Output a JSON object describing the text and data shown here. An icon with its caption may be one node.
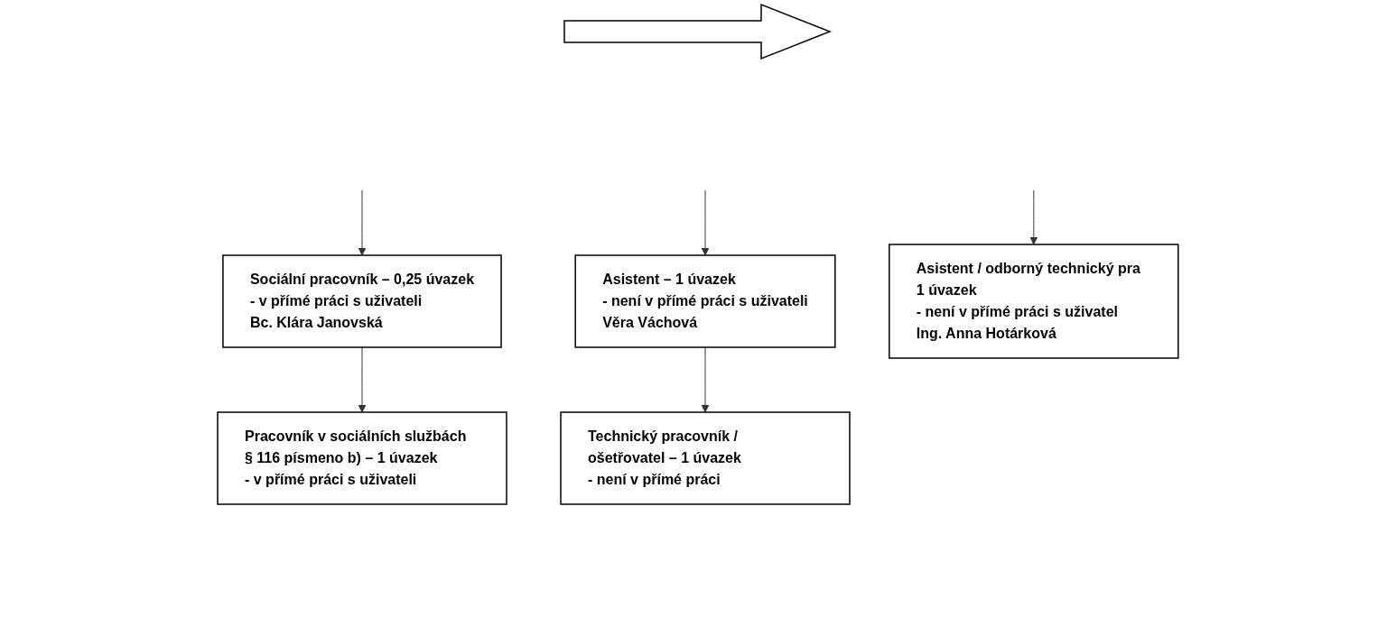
{
  "diagram": {
    "nodes": [
      {
        "text": [
          "Sociální pracovník – 0,25 úvazek",
          "- v přímé práci s uživateli",
          "Bc. Klára Janovská"
        ]
      },
      {
        "text": [
          "Asistent – 1 úvazek",
          "- není v přímé práci s uživateli",
          "Věra Váchová"
        ]
      },
      {
        "text": [
          "Asistent / odborný technický pra 1 úvazek",
          "- není v přímé práci s uživatel",
          "Ing. Anna Hotárková"
        ]
      },
      {
        "text": [
          "Technický pracovník / ošetřovatel – 1 úvazek",
          "- není v přímé práci"
        ]
      },
      {
        "text": [
          "Pracovník v sociálních službách § 116 písmeno b) – 1 úvazek",
          "- v přímé práci s uživateli"
        ]
      }
    ],
    "edges": [
      {
        "from": null,
        "to": 0,
        "arrow": "to"
      },
      {
        "from": 0,
        "to": 4,
        "arrow": "to"
      },
      {
        "from": null,
        "to": 1,
        "arrow": "to"
      },
      {
        "from": null,
        "to": 2,
        "arrow": "to"
      },
      {
        "from": 1,
        "to": 3,
        "arrow": "to"
      }
    ]
  }
}
